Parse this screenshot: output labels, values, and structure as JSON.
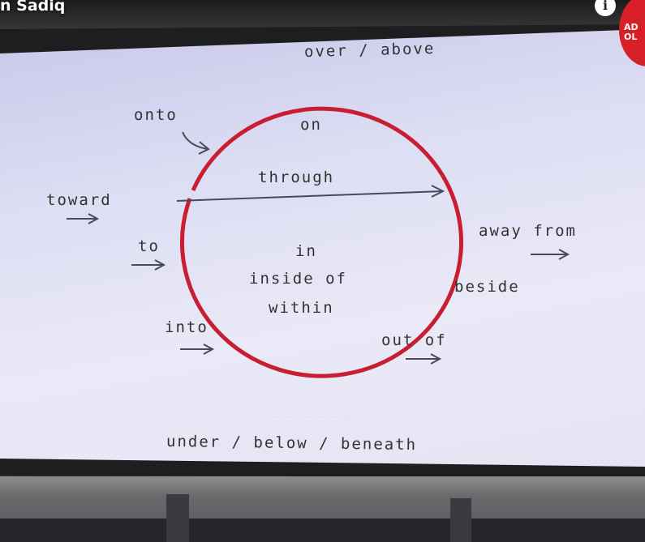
{
  "header": {
    "title": "n Sadiq",
    "info_glyph": "i",
    "badge_text": "AD\nOL"
  },
  "diagram": {
    "over": "over / above",
    "on": "on",
    "onto": "onto",
    "through": "through",
    "toward": "toward",
    "to": "to",
    "in": "in",
    "inside_of": "inside of",
    "within": "within",
    "into": "into",
    "out_of": "out of",
    "away_from": "away from",
    "beside": "beside",
    "under": "under / below / beneath",
    "circle_color": "#c81e32",
    "arrow_color": "#4a4a5a"
  }
}
